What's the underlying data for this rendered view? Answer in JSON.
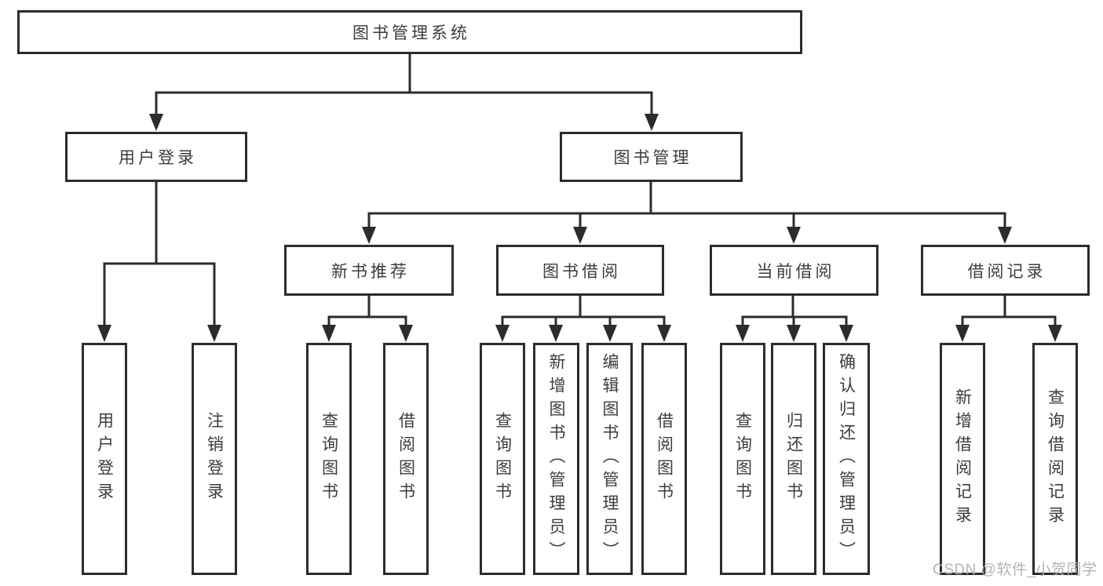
{
  "diagram": {
    "root": {
      "label": "图书管理系统"
    },
    "user_login": {
      "label": "用户登录",
      "children": [
        {
          "label": "用户登录"
        },
        {
          "label": "注销登录"
        }
      ]
    },
    "book_mgmt": {
      "label": "图书管理",
      "children": {
        "new_book_rec": {
          "label": "新书推荐",
          "children": [
            {
              "label": "查询图书"
            },
            {
              "label": "借阅图书"
            }
          ]
        },
        "book_borrow": {
          "label": "图书借阅",
          "children": [
            {
              "label": "查询图书"
            },
            {
              "label": "新增图书（管理员）"
            },
            {
              "label": "编辑图书（管理员）"
            },
            {
              "label": "借阅图书"
            }
          ]
        },
        "current_borrow": {
          "label": "当前借阅",
          "children": [
            {
              "label": "查询图书"
            },
            {
              "label": "归还图书"
            },
            {
              "label": "确认归还（管理员）"
            }
          ]
        },
        "borrow_records": {
          "label": "借阅记录",
          "children": [
            {
              "label": "新增借阅记录"
            },
            {
              "label": "查询借阅记录"
            }
          ]
        }
      }
    }
  },
  "watermark": {
    "text": "CSDN @软件_小贺同学"
  },
  "colors": {
    "line": "#2c2c2c",
    "text": "#3c3c3c",
    "background": "#ffffff",
    "watermark": "#b0b0b0"
  }
}
